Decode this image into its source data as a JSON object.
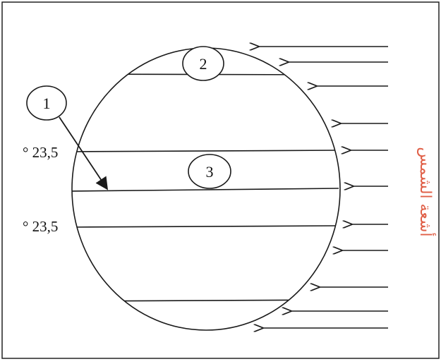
{
  "diagram": {
    "callouts": [
      {
        "id": "1",
        "text": "1"
      },
      {
        "id": "2",
        "text": "2"
      },
      {
        "id": "3",
        "text": "3"
      }
    ],
    "tilt_labels": [
      {
        "text": "° 23,5"
      },
      {
        "text": "° 23,5"
      }
    ],
    "sun_rays_label": "أشعة الشمس",
    "colors": {
      "line": "#1a1a1a",
      "sun_rays_label": "#e06048",
      "border": "#222222"
    },
    "icons": [
      "arrow-left-icon"
    ]
  }
}
